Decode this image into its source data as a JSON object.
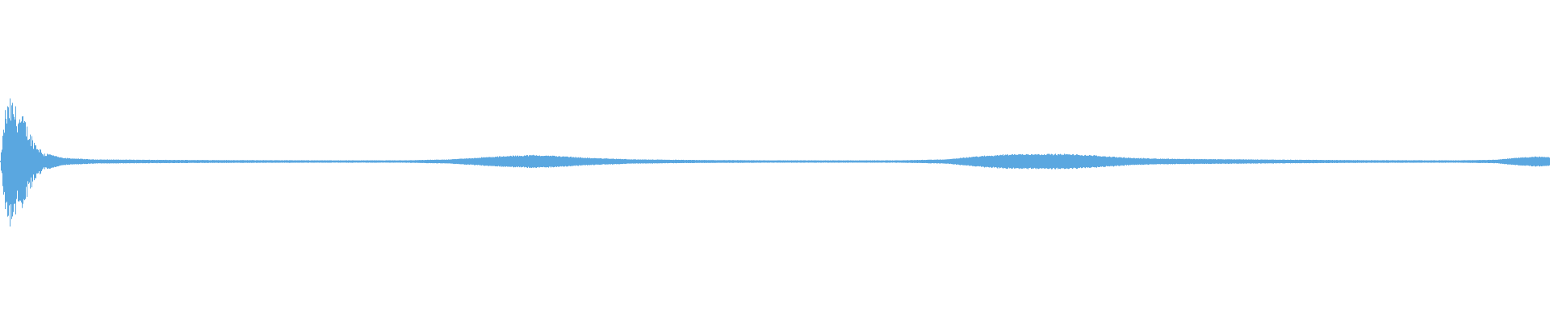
{
  "waveform": {
    "color": "#5aa7e0",
    "envelope": {
      "positions": [
        0,
        0.003,
        0.006,
        0.009,
        0.012,
        0.015,
        0.018,
        0.022,
        0.028,
        0.04,
        0.06,
        0.1,
        0.16,
        0.22,
        0.26,
        0.29,
        0.31,
        0.33,
        0.345,
        0.36,
        0.38,
        0.41,
        0.45,
        0.5,
        0.58,
        0.61,
        0.63,
        0.65,
        0.67,
        0.69,
        0.71,
        0.73,
        0.75,
        0.78,
        0.82,
        0.88,
        0.94,
        0.965,
        0.98,
        0.99,
        1.0
      ],
      "amplitudes": [
        0.0,
        0.34,
        0.42,
        0.39,
        0.33,
        0.3,
        0.22,
        0.14,
        0.06,
        0.024,
        0.014,
        0.011,
        0.009,
        0.008,
        0.008,
        0.014,
        0.027,
        0.038,
        0.043,
        0.037,
        0.024,
        0.014,
        0.01,
        0.008,
        0.008,
        0.014,
        0.034,
        0.048,
        0.05,
        0.049,
        0.038,
        0.024,
        0.019,
        0.016,
        0.013,
        0.009,
        0.008,
        0.012,
        0.026,
        0.033,
        0.03
      ]
    }
  }
}
